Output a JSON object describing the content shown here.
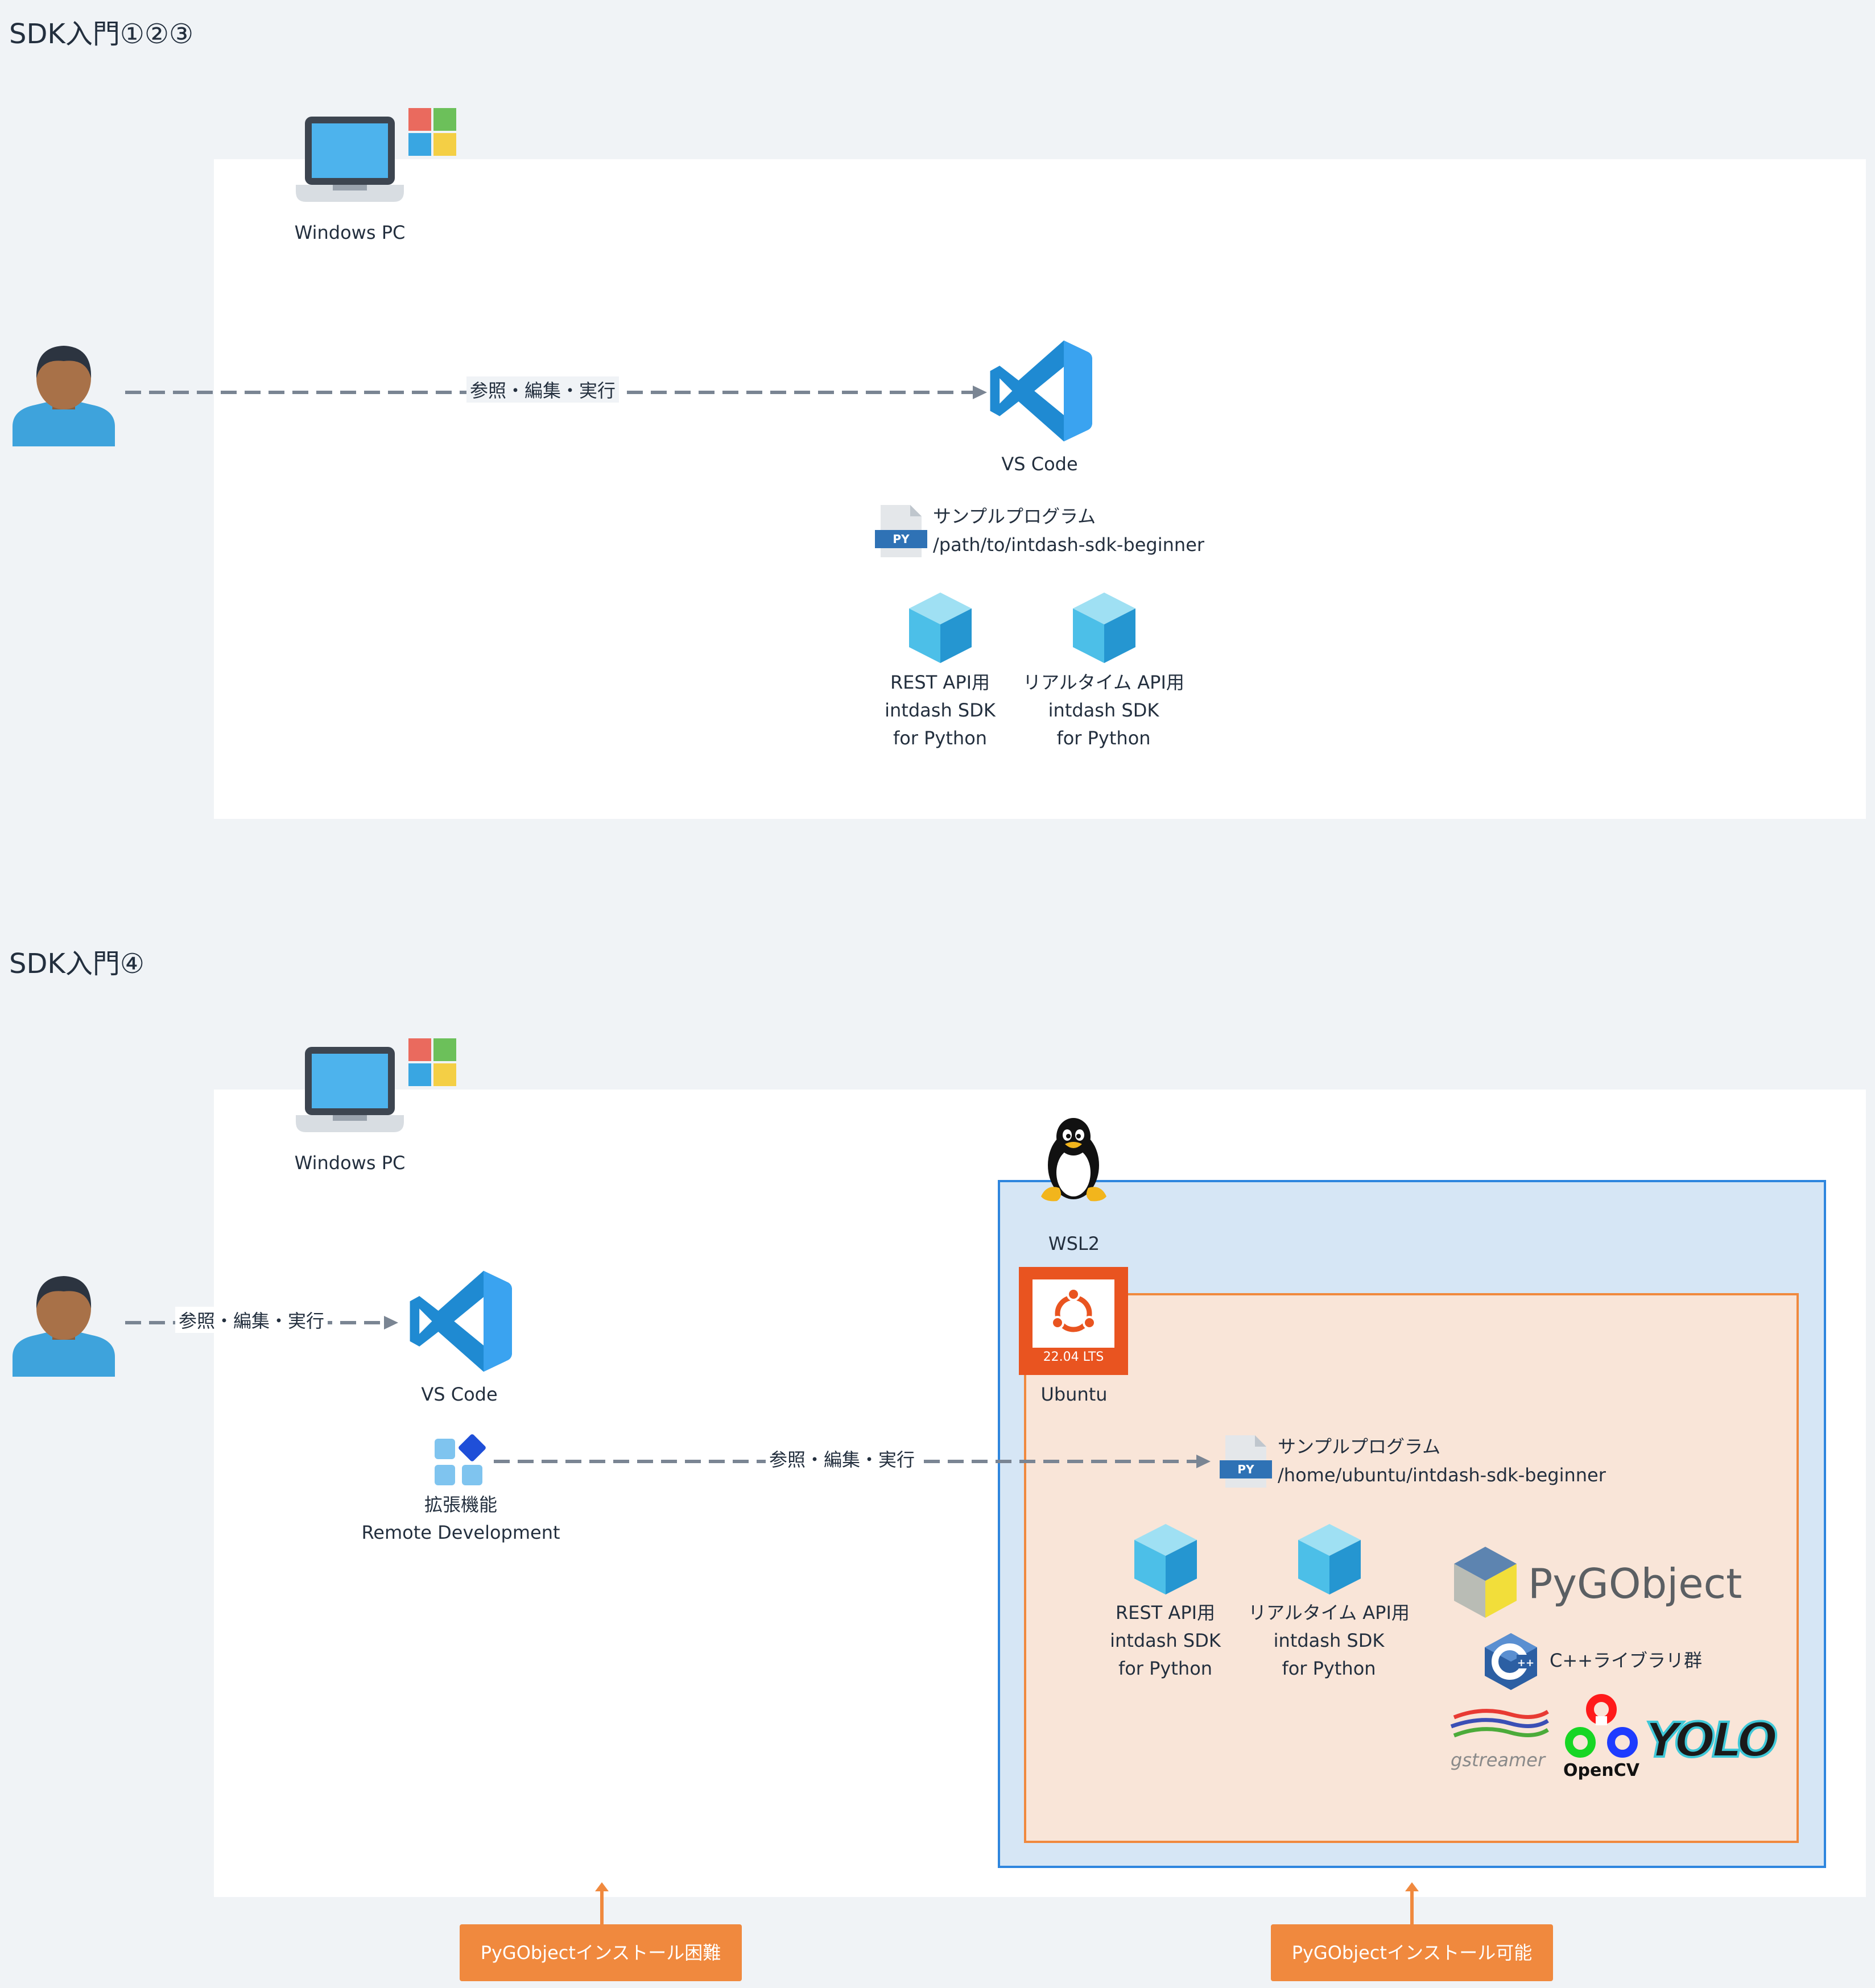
{
  "section1": {
    "title": "SDK入門①②③",
    "pc_label": "Windows PC",
    "flow_label": "参照・編集・実行",
    "vscode_label": "VS Code",
    "sample_title": "サンプルプログラム",
    "sample_path": "/path/to/intdash-sdk-beginner",
    "py_badge": "PY",
    "sdk_rest": [
      "REST API用",
      "intdash SDK",
      "for Python"
    ],
    "sdk_realtime": [
      "リアルタイム API用",
      "intdash SDK",
      "for Python"
    ]
  },
  "section2": {
    "title": "SDK入門④",
    "pc_label": "Windows PC",
    "flow_label_user": "参照・編集・実行",
    "vscode_label": "VS Code",
    "extension_label": [
      "拡張機能",
      "Remote Development"
    ],
    "flow_label_remote": "参照・編集・実行",
    "wsl_label": "WSL2",
    "ubuntu_label": "Ubuntu",
    "ubuntu_version": "22.04 LTS",
    "sample_title": "サンプルプログラム",
    "sample_path": "/home/ubuntu/intdash-sdk-beginner",
    "py_badge": "PY",
    "sdk_rest": [
      "REST API用",
      "intdash SDK",
      "for Python"
    ],
    "sdk_realtime": [
      "リアルタイム API用",
      "intdash SDK",
      "for Python"
    ],
    "pygobject_logo": "PyGObject",
    "cpp_libs": "C++ライブラリ群",
    "gstreamer_logo": "gstreamer",
    "opencv_logo": "OpenCV",
    "yolo_logo": "YOLO",
    "callout_left": "PyGObjectインストール困難",
    "callout_right": "PyGObjectインストール可能"
  },
  "colors": {
    "background": "#f0f3f6",
    "panel": "#ffffff",
    "wsl_fill": "#d6e6f5",
    "wsl_border": "#2e86de",
    "ubuntu_fill": "#f9e5d8",
    "ubuntu_border": "#f0893e",
    "callout": "#f0893e",
    "ubuntu_orange": "#e95420",
    "dashed_line": "#7a8593"
  }
}
